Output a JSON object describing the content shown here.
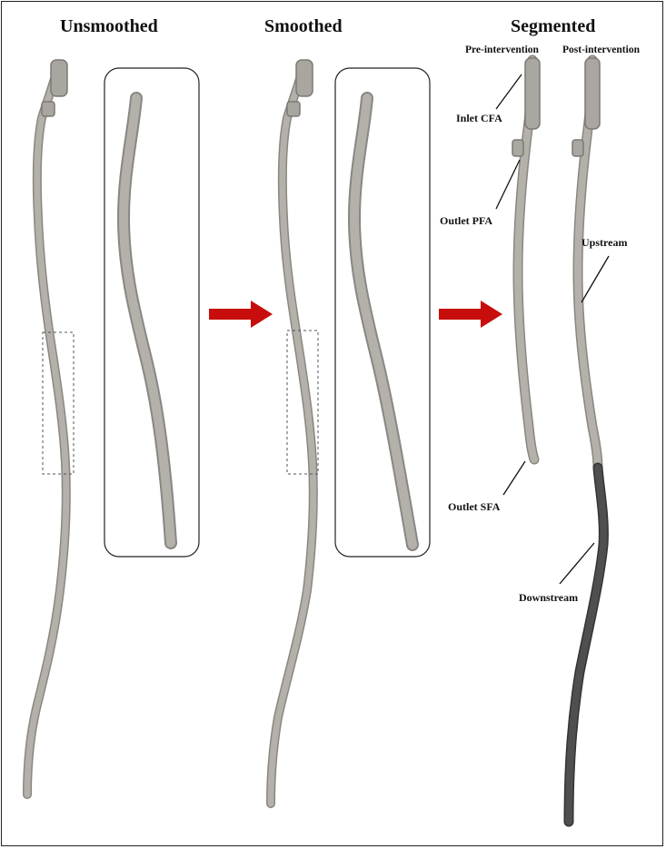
{
  "headings": {
    "unsmoothed": "Unsmoothed",
    "smoothed": "Smoothed",
    "segmented": "Segmented"
  },
  "subheadings": {
    "pre": "Pre-intervention",
    "post": "Post-intervention"
  },
  "labels": {
    "inlet_cfa": "Inlet CFA",
    "outlet_pfa": "Outlet PFA",
    "outlet_sfa": "Outlet SFA",
    "upstream": "Upstream",
    "downstream": "Downstream"
  },
  "colors": {
    "vessel": "#b4b0aa",
    "vessel_edge": "#8a8782",
    "downstream_segment": "#4f4f4f",
    "arrow": "#c80d0d"
  }
}
